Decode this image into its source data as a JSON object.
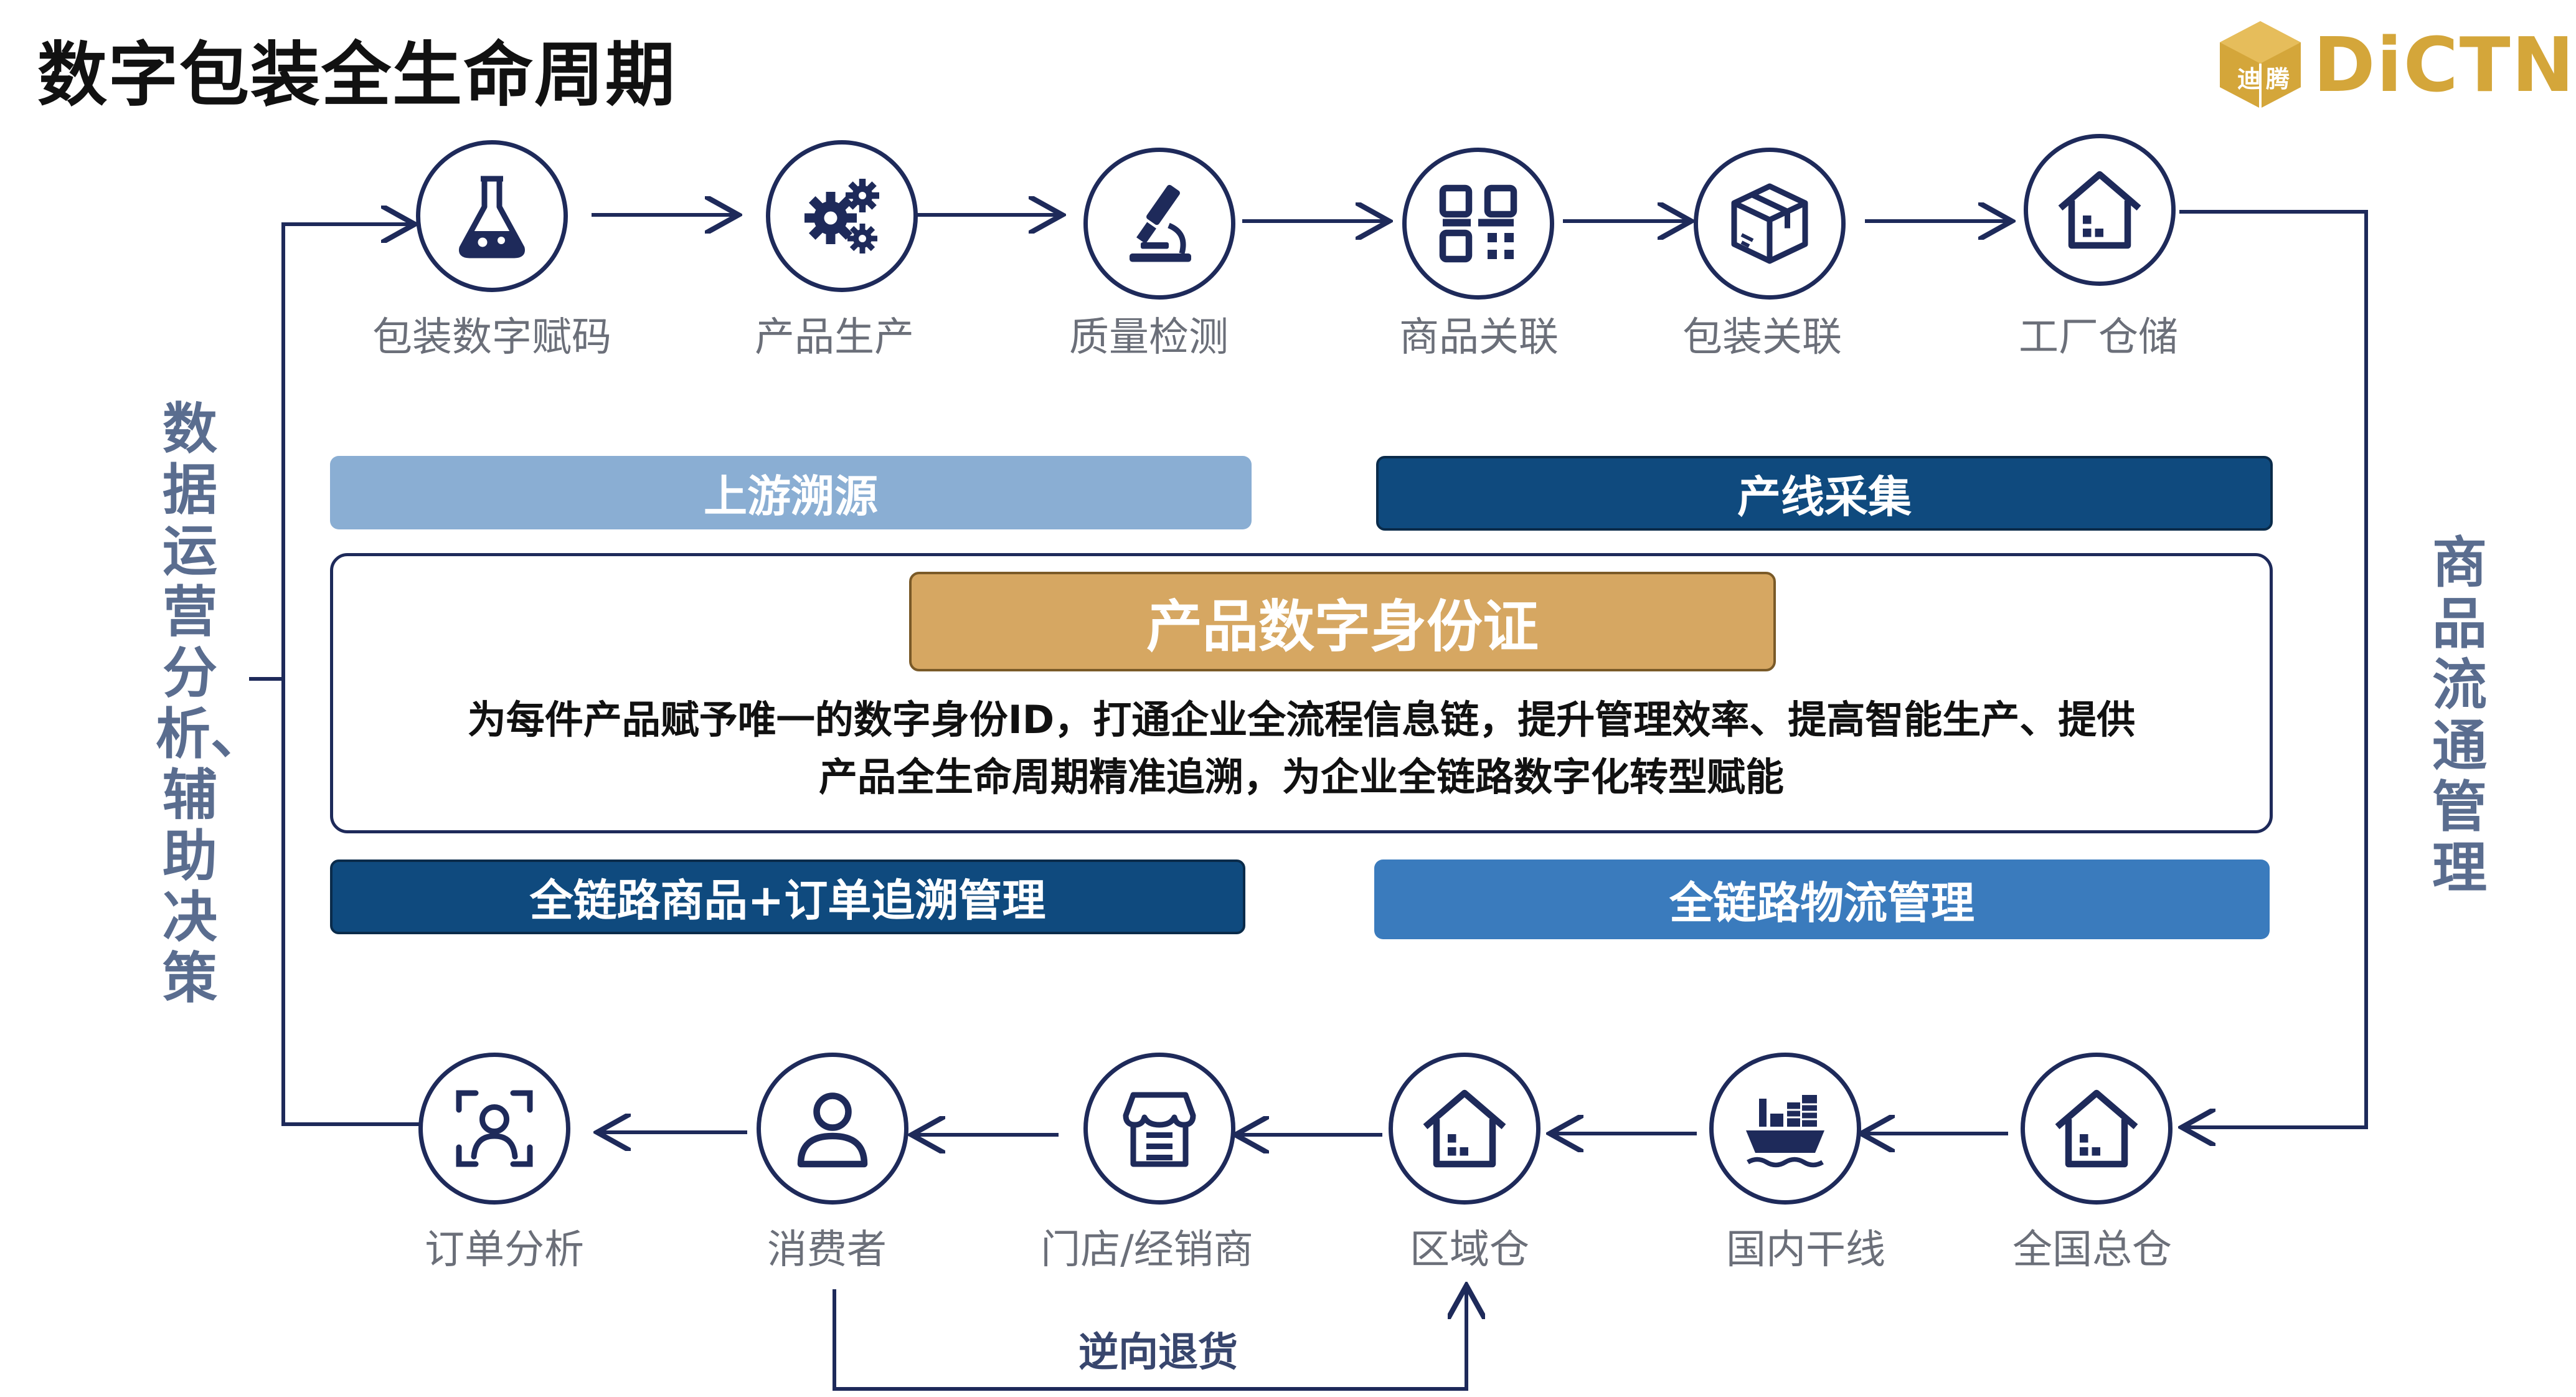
{
  "title": "数字包装全生命周期",
  "logo": {
    "text": "DiCTN",
    "emblem": [
      "迪",
      "腾"
    ]
  },
  "top_flow": [
    {
      "label": "包装数字赋码",
      "icon": "flask-icon"
    },
    {
      "label": "产品生产",
      "icon": "gears-icon"
    },
    {
      "label": "质量检测",
      "icon": "microscope-icon"
    },
    {
      "label": "商品关联",
      "icon": "qr-code-icon"
    },
    {
      "label": "包装关联",
      "icon": "package-box-icon"
    },
    {
      "label": "工厂仓储",
      "icon": "warehouse-icon"
    }
  ],
  "bottom_flow": [
    {
      "label": "订单分析",
      "icon": "scan-person-icon"
    },
    {
      "label": "消费者",
      "icon": "user-icon"
    },
    {
      "label": "门店/经销商",
      "icon": "store-icon"
    },
    {
      "label": "区域仓",
      "icon": "warehouse-icon"
    },
    {
      "label": "国内干线",
      "icon": "cargo-ship-icon"
    },
    {
      "label": "全国总仓",
      "icon": "warehouse-icon"
    }
  ],
  "left_side": "数据运营分析、辅助决策",
  "right_side": "商品流通管理",
  "bands": {
    "upstream": "上游溯源",
    "line_collect": "产线采集",
    "chain_order": "全链路商品+订单追溯管理",
    "chain_logistics": "全链路物流管理"
  },
  "center": {
    "title": "产品数字身份证",
    "desc_line1": "为每件产品赋予唯一的数字身份ID，打通企业全流程信息链，提升管理效率、提高智能生产、提供",
    "desc_line2": "产品全生命周期精准追溯，为企业全链路数字化转型赋能"
  },
  "return_label": "逆向退货",
  "colors": {
    "navy": "#1e2a5a",
    "band_light": "#8aaed3",
    "band_dark": "#0f4a7e",
    "band_mid": "#3a7bbd",
    "gold": "#d6a762",
    "logo_gold": "#d4a63a",
    "side_text": "#5a6d8f"
  }
}
